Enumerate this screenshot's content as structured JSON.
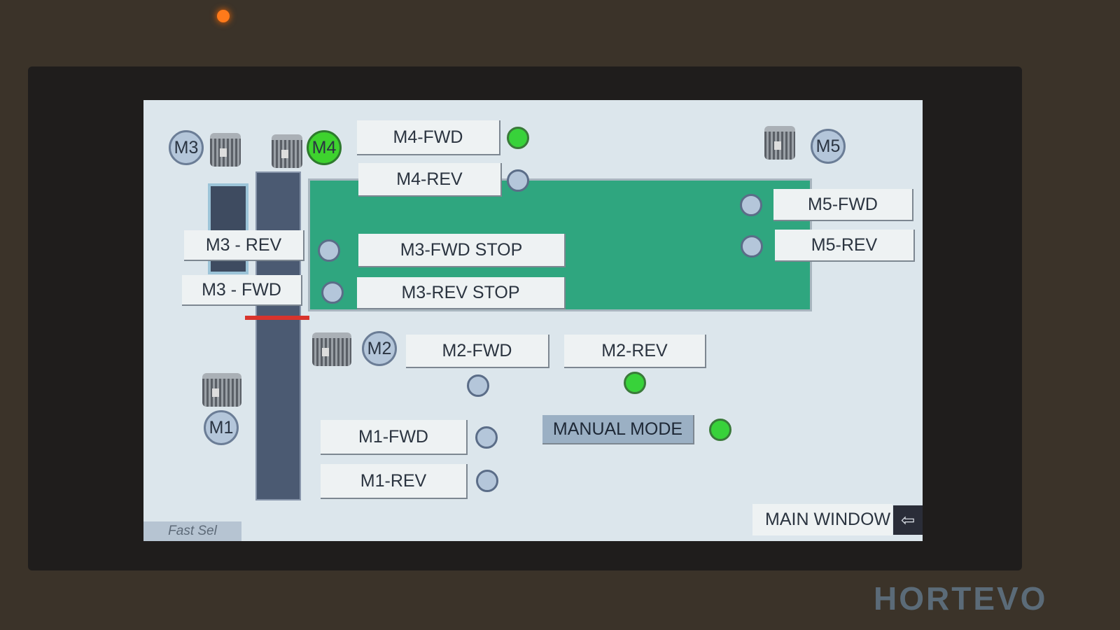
{
  "header": {
    "motors": {
      "m1": "M1",
      "m2": "M2",
      "m3": "M3",
      "m4": "M4",
      "m5": "M5"
    }
  },
  "buttons": {
    "m4_fwd": "M4-FWD",
    "m4_rev": "M4-REV",
    "m3_fwd_stop": "M3-FWD STOP",
    "m3_rev_stop": "M3-REV STOP",
    "m3_rev": "M3 - REV",
    "m3_fwd": "M3 - FWD",
    "m5_fwd": "M5-FWD",
    "m5_rev": "M5-REV",
    "m2_fwd": "M2-FWD",
    "m2_rev": "M2-REV",
    "m1_fwd": "M1-FWD",
    "m1_rev": "M1-REV",
    "manual_mode": "MANUAL MODE",
    "main_window": "MAIN WINDOW",
    "fast_sel": "Fast Sel"
  },
  "indicators": {
    "m4_fwd": true,
    "m4_rev": false,
    "m3_fwd_stop": false,
    "m3_rev_stop": false,
    "m5_fwd": false,
    "m5_rev": false,
    "m2_fwd": false,
    "m2_rev": true,
    "m1_fwd": false,
    "m1_rev": false,
    "manual_mode": true,
    "m4_running": true
  },
  "watermark": "HORTEVO",
  "colors": {
    "on": "#38d23a",
    "off": "#b4c6da",
    "conveyor": "#2fa67f"
  }
}
